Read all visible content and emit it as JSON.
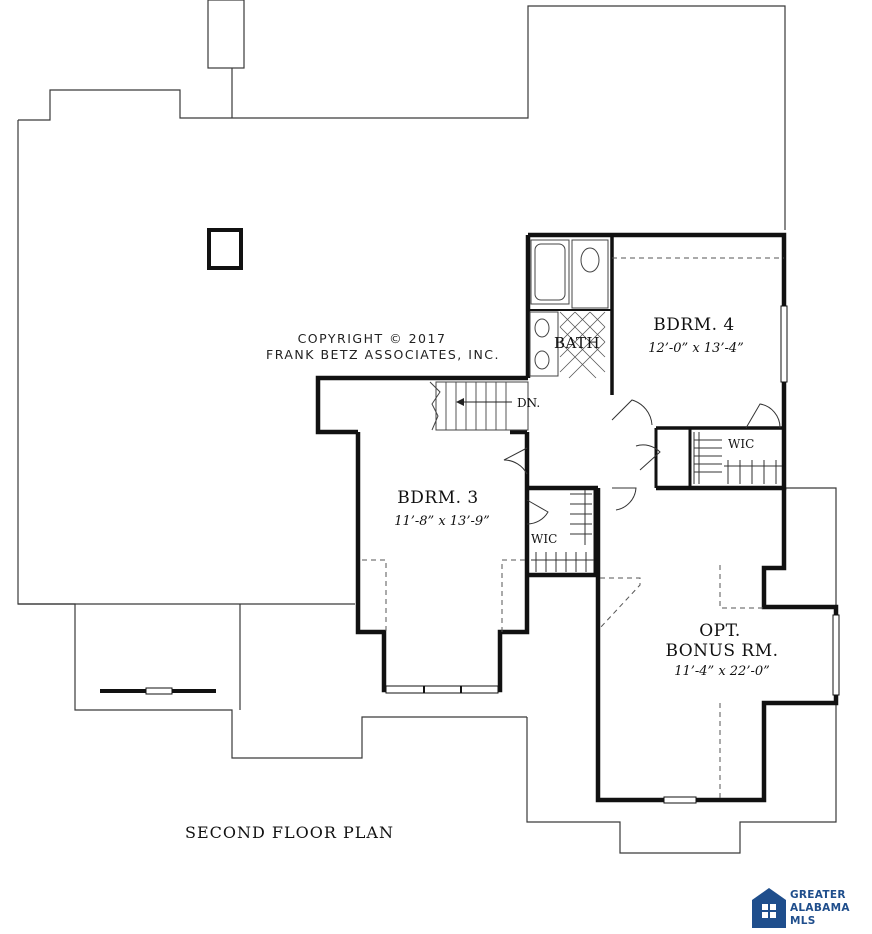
{
  "plan": {
    "caption": "SECOND FLOOR PLAN",
    "copyright_line1": "COPYRIGHT © 2017",
    "copyright_line2": "FRANK BETZ ASSOCIATES, INC.",
    "rooms": {
      "bdrm4": {
        "name": "BDRM. 4",
        "dims": "12’-0” x 13’-4”"
      },
      "bdrm3": {
        "name": "BDRM. 3",
        "dims": "11’-8” x 13’-9”"
      },
      "bonus": {
        "name_line1": "OPT.",
        "name_line2": "BONUS RM.",
        "dims": "11’-4” x 22’-0”"
      },
      "bath": {
        "name": "BATH"
      },
      "wic_upper": {
        "name": "WIC"
      },
      "wic_lower": {
        "name": "WIC"
      }
    },
    "stair_label": "DN."
  },
  "logo": {
    "line1": "GREATER",
    "line2": "ALABAMA",
    "line3": "MLS",
    "brand_color": "#1f4e8c"
  }
}
